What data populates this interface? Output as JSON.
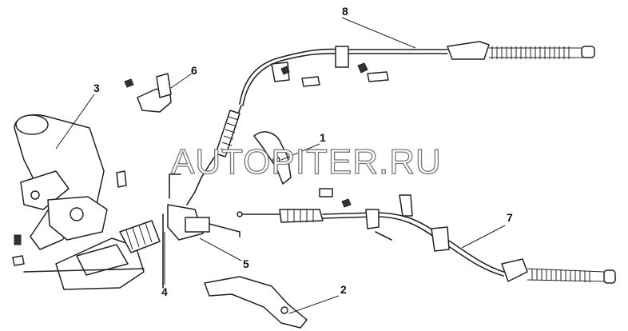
{
  "callouts": [
    "1",
    "2",
    "3",
    "4",
    "5",
    "6",
    "7",
    "8"
  ],
  "watermark": "AUTOPITER.RU"
}
